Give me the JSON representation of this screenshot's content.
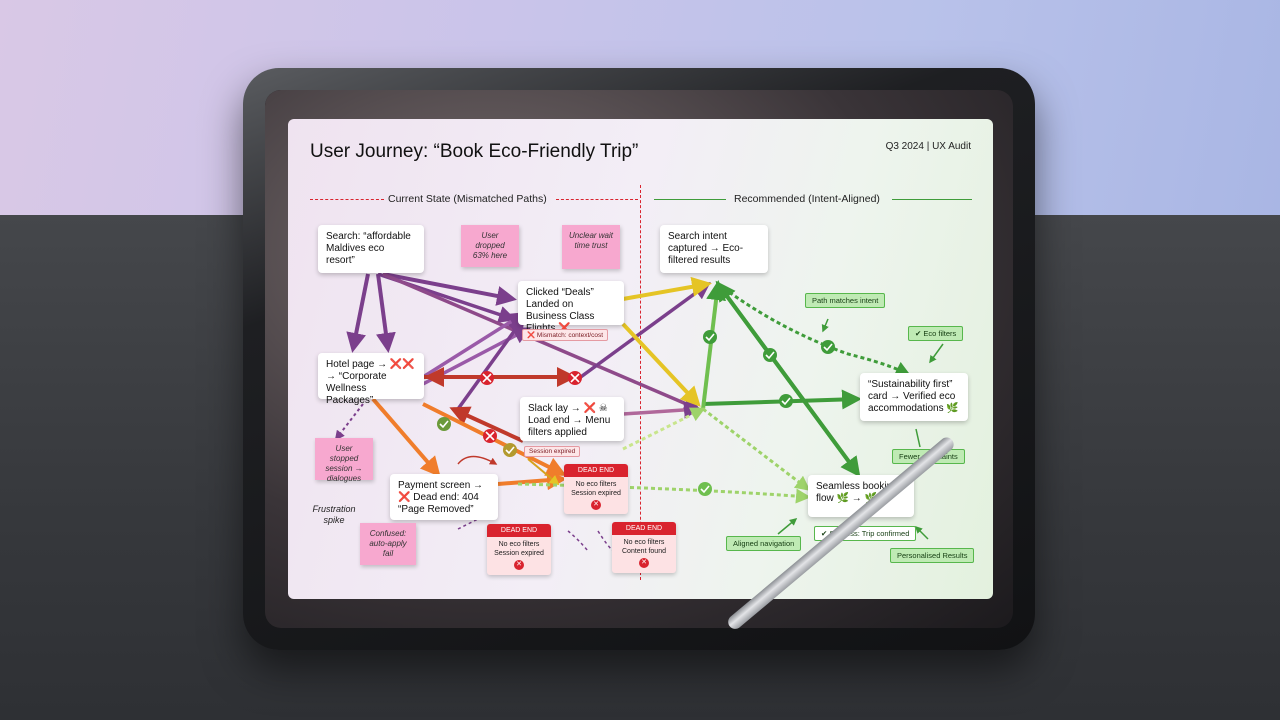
{
  "title": "User Journey: “Book Eco-Friendly Trip”",
  "meta": "Q3 2024 | UX Audit",
  "sections": {
    "current": "Current State (Mismatched Paths)",
    "recommended": "Recommended (Intent-Aligned)"
  },
  "colors": {
    "accent_red": "#d9232e",
    "accent_green": "#3f9c3a",
    "purple": "#7b3f8c",
    "orange": "#f07d2b",
    "yellow": "#e5c425"
  },
  "current_nodes": {
    "search": "Search: “affordable Maldives eco resort”",
    "deals": "Clicked “Deals” Landed on Business Class Flights ❌",
    "deals_tag": "❌ Mismatch: context/cost",
    "hotel": "Hotel page → ❌❌ → “Corporate Wellness Packages”",
    "slack": "Slack lay → ❌ ☠ Load end → Menu filters applied",
    "slack_tag": "Session expired",
    "payment": "Payment screen → ❌ Dead end: 404 “Page Removed”"
  },
  "dead_ends": [
    {
      "head": "DEAD END",
      "line1": "No eco filters",
      "line2": "Session expired",
      "icon": "✕"
    },
    {
      "head": "DEAD END",
      "line1": "No eco filters",
      "line2": "Session expired",
      "icon": "✕"
    },
    {
      "head": "DEAD END",
      "line1": "No eco filters",
      "line2": "Content found",
      "icon": "✕"
    }
  ],
  "stickies": [
    "User dropped 63% here",
    "Unclear wait time trust",
    "User stopped session → dialogues",
    "Confused: auto-apply fail"
  ],
  "frustration": "Frustration spike",
  "recommended_nodes": {
    "intent": "Search intent captured → Eco-filtered results",
    "sustain": "“Sustainability first” card → Verified eco accommodations 🌿",
    "booking": "Seamless booking flow 🌿 → 🌿"
  },
  "green_tags": {
    "path": "Path matches intent",
    "eco": "✔ Eco filters",
    "fewer": "Fewer complaints",
    "aligned": "Aligned navigation",
    "success": "✔ Success: Trip confirmed",
    "personal": "Personalised Results"
  }
}
